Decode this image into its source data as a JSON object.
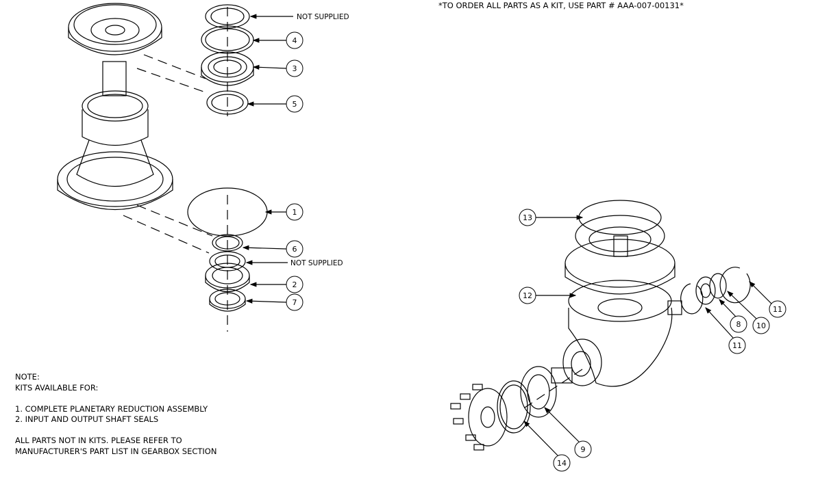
{
  "kit_notice": "*TO ORDER ALL PARTS AS A KIT, USE PART # AAA-007-00131*",
  "not_supplied_labels": [
    "NOT SUPPLIED",
    "NOT SUPPLIED"
  ],
  "note": {
    "title": "NOTE:",
    "kits_heading": "KITS AVAILABLE FOR:",
    "kit_items": [
      "1. COMPLETE PLANETARY REDUCTION ASSEMBLY",
      "2. INPUT AND OUTPUT SHAFT SEALS"
    ],
    "footer_lines": [
      "ALL PARTS NOT IN KITS.  PLEASE REFER TO",
      "MANUFACTURER'S PART LIST IN GEARBOX SECTION"
    ]
  },
  "balloons": {
    "b4": "4",
    "b3": "3",
    "b5": "5",
    "b1": "1",
    "b6": "6",
    "b2": "2",
    "b7": "7",
    "b13": "13",
    "b12": "12",
    "b11a": "11",
    "b10": "10",
    "b8": "8",
    "b11b": "11",
    "b9": "9",
    "b14": "14"
  }
}
